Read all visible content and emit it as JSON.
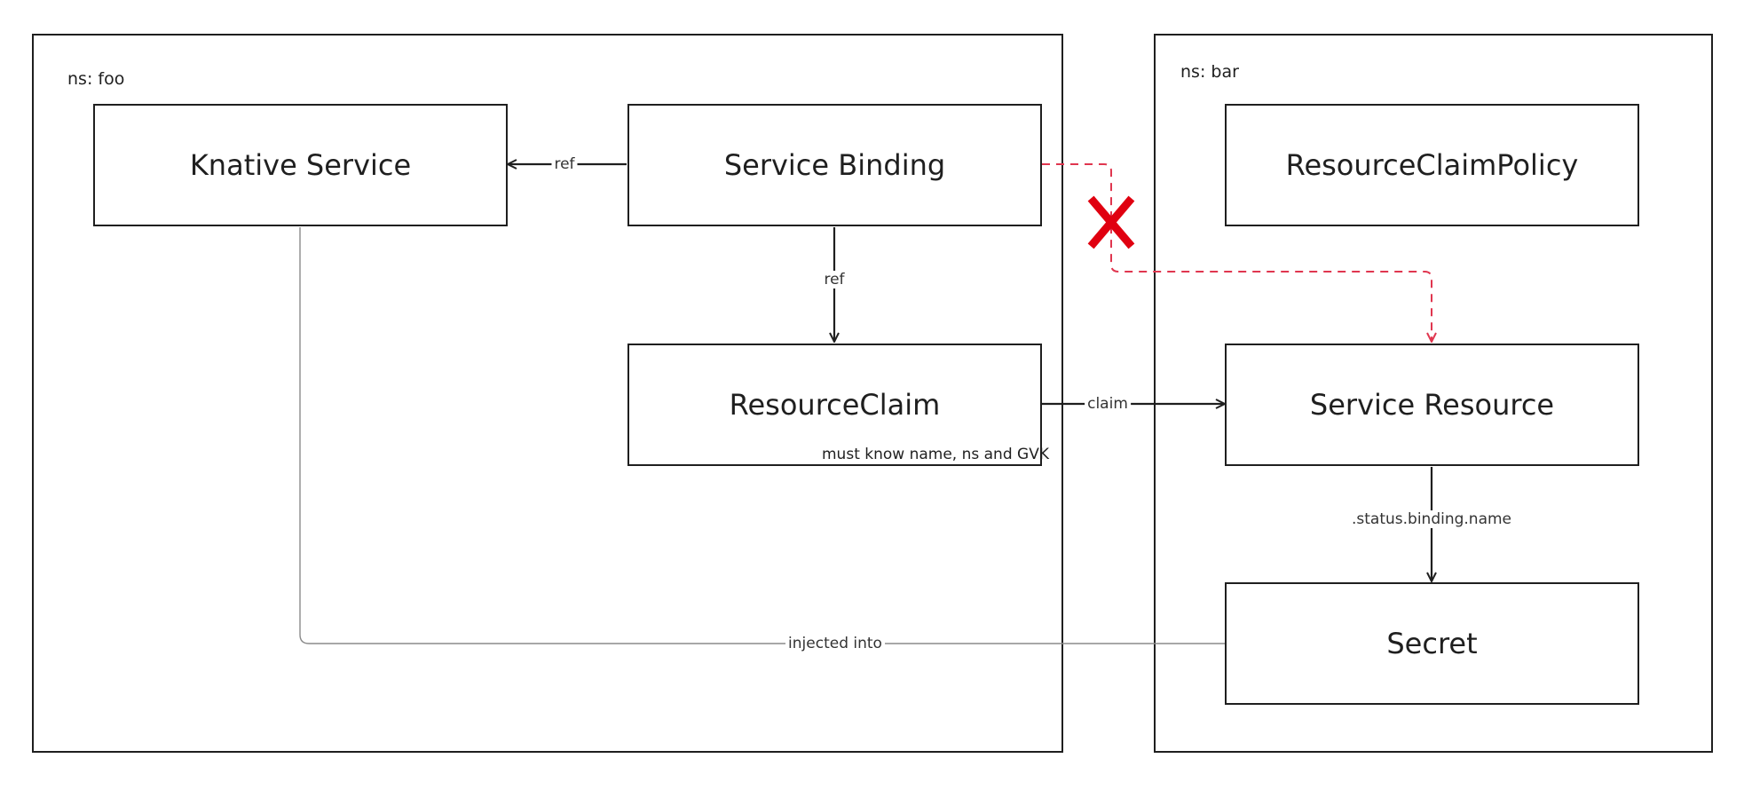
{
  "namespaces": {
    "foo": {
      "label": "ns: foo"
    },
    "bar": {
      "label": "ns: bar"
    }
  },
  "nodes": {
    "knative_service": "Knative Service",
    "service_binding": "Service Binding",
    "resource_claim": "ResourceClaim",
    "resource_claim_policy": "ResourceClaimPolicy",
    "service_resource": "Service Resource",
    "secret": "Secret"
  },
  "edges": {
    "binding_to_knative": "ref",
    "binding_to_claim": "ref",
    "claim_to_resource": "claim",
    "resource_to_secret": ".status.binding.name",
    "secret_to_knative": "injected into"
  },
  "notes": {
    "claim_requirement": "must know name, ns and GVK"
  },
  "colors": {
    "line": "#1f1f1f",
    "thin_line": "#8a8a8a",
    "blocked_dashed": "#e0364f",
    "cross": "#e00010"
  }
}
